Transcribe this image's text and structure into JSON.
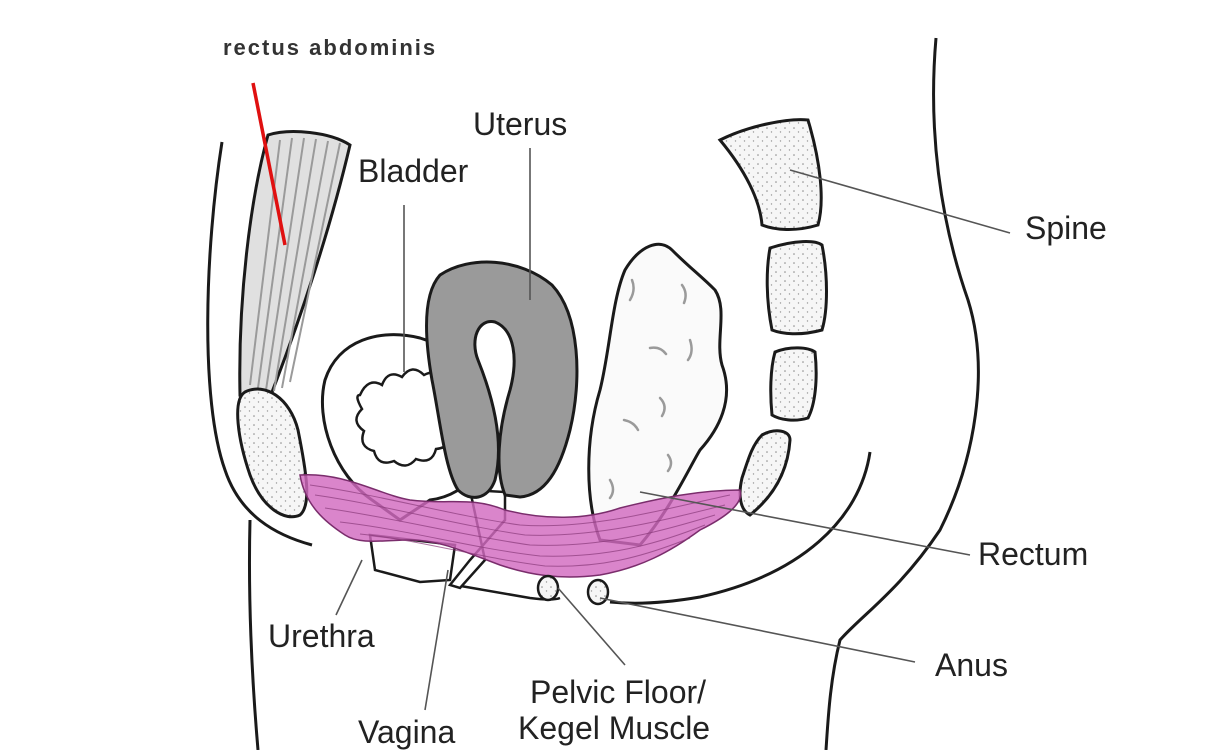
{
  "labels": {
    "rectus": "rectus abdominis",
    "bladder": "Bladder",
    "uterus": "Uterus",
    "spine": "Spine",
    "rectum": "Rectum",
    "urethra": "Urethra",
    "anus": "Anus",
    "vagina": "Vagina",
    "pelvic_line1": "Pelvic Floor/",
    "pelvic_line2": "Kegel Muscle"
  },
  "colors": {
    "outline": "#1a1a1a",
    "pelvic_floor": "#d26ac0",
    "uterus_fill": "#9a9a9a",
    "bone_fill": "#f4f4f4",
    "pointer_red": "#e01010",
    "leader": "#555555"
  }
}
